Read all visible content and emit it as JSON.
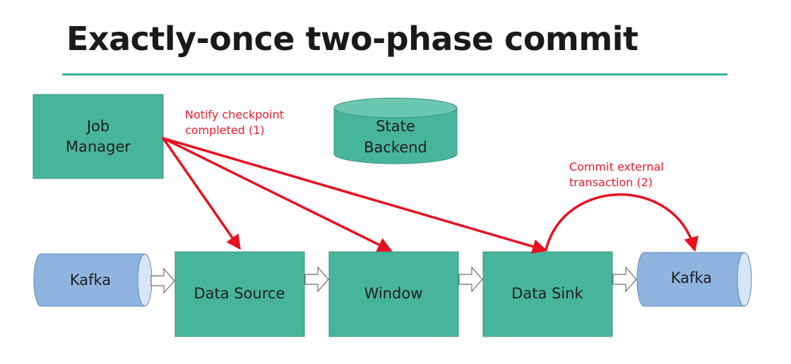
{
  "title": "Exactly-once two-phase commit",
  "nodes": {
    "job_manager": [
      "Job",
      "Manager"
    ],
    "state_backend": [
      "State",
      "Backend"
    ],
    "kafka_source": "Kafka",
    "data_source": "Data Source",
    "window": "Window",
    "data_sink": "Data Sink",
    "kafka_sink": "Kafka"
  },
  "annotations": {
    "notify": [
      "Notify checkpoint",
      "completed (1)"
    ],
    "commit": [
      "Commit external",
      "transaction (2)"
    ]
  },
  "colors": {
    "operator_fill": "#47b59c",
    "operator_stroke": "#3a8f7b",
    "kafka_fill": "#8fb4e0",
    "kafka_cap": "#d6e6f5",
    "arrow_red": "#e8101f",
    "title_rule": "#3ab0a2"
  }
}
